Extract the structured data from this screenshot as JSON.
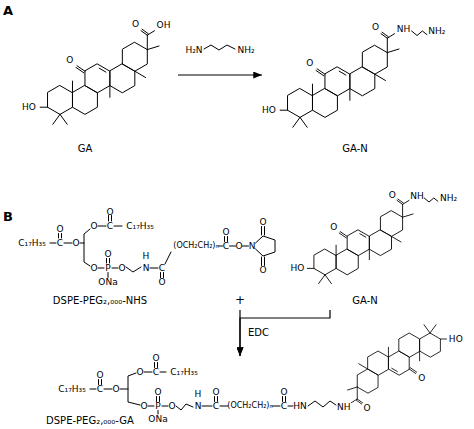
{
  "diagram": {
    "nodes": [
      {
        "text": [
          "GA"
        ]
      },
      {
        "text": [
          "GA-N"
        ]
      },
      {
        "text": [
          "DSPE-PEG₂,₀₀₀-NHS"
        ]
      },
      {
        "text": [
          "GA-N"
        ]
      },
      {
        "text": [
          "DSPE-PEG₂,₀₀₀-GA"
        ]
      }
    ],
    "edges": [
      {
        "from": 0,
        "to": 1,
        "arrow": "to"
      },
      {
        "from": 2,
        "to": 4,
        "label": "EDC",
        "arrow": "to"
      },
      {
        "from": 3,
        "to": 4,
        "arrow": "to"
      }
    ],
    "labels": [
      "A",
      "OH",
      "O",
      "O",
      "HO",
      "H₂N",
      "NH₂",
      "O",
      "NH",
      "NH₂",
      "O",
      "HO",
      "B",
      "O",
      "O",
      "C",
      "C₁₇H₃₅",
      "O",
      "C₁₇H₃₅",
      "C",
      "O",
      "(OCH₂CH₂)ₙ",
      "O",
      "C",
      "O",
      "N",
      "O",
      "O",
      "O",
      "H",
      "O",
      "P",
      "O",
      "N",
      "C",
      "ONa",
      "O",
      "O",
      "NH",
      "NH₂",
      "O",
      "HO",
      "+",
      "O",
      "O",
      "C",
      "C₁₇H₃₅",
      "O",
      "C₁₇H₃₅",
      "C",
      "O",
      "O",
      "H",
      "O",
      "O",
      "O",
      "P",
      "O",
      "N",
      "C",
      "(OCH₂CH₂)ₙ",
      "C",
      "HN",
      "NH",
      "O",
      "ONa",
      "HO",
      "O"
    ]
  }
}
